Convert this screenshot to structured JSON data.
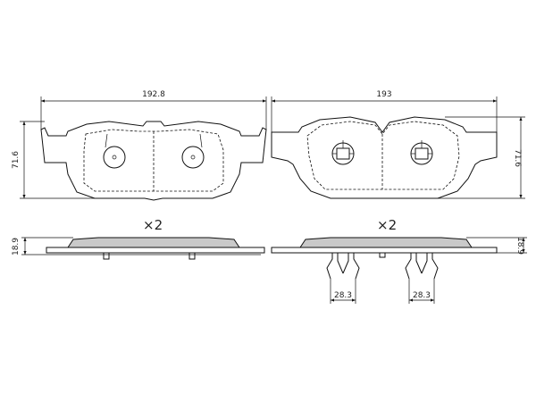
{
  "dimensions": {
    "left_width": "192.8",
    "left_height": "71.6",
    "left_thickness": "18.9",
    "right_width": "193",
    "right_height": "71.6",
    "right_thickness": "18.9",
    "clip_span_a": "28.3",
    "clip_span_b": "28.3"
  },
  "quantities": {
    "left": "×2",
    "right": "×2"
  }
}
